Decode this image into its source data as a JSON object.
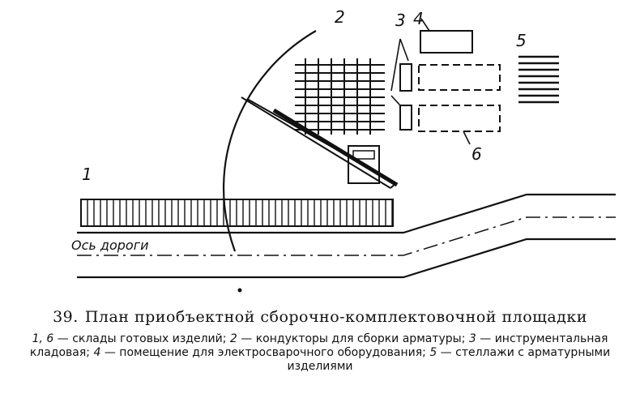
{
  "figure": {
    "labels": {
      "l1": "1",
      "l2": "2",
      "l3": "3",
      "l4": "4",
      "l5": "5",
      "l6": "6",
      "road_axis": "Ось дороги"
    }
  },
  "caption": {
    "number": "39.",
    "title": "План приобъектной сборочно-комплектовочной площадки",
    "legend": [
      {
        "num": "1, 6",
        "text": " — склады готовых изделий; "
      },
      {
        "num": "2",
        "text": " — кондукторы для сборки арматуры; "
      },
      {
        "num": "3",
        "text": " — инструментальная кладовая; "
      },
      {
        "num": "4",
        "text": " — помещение для электросварочного оборудования; "
      },
      {
        "num": "5",
        "text": " — стеллажи с арматурными изделиями"
      }
    ]
  }
}
